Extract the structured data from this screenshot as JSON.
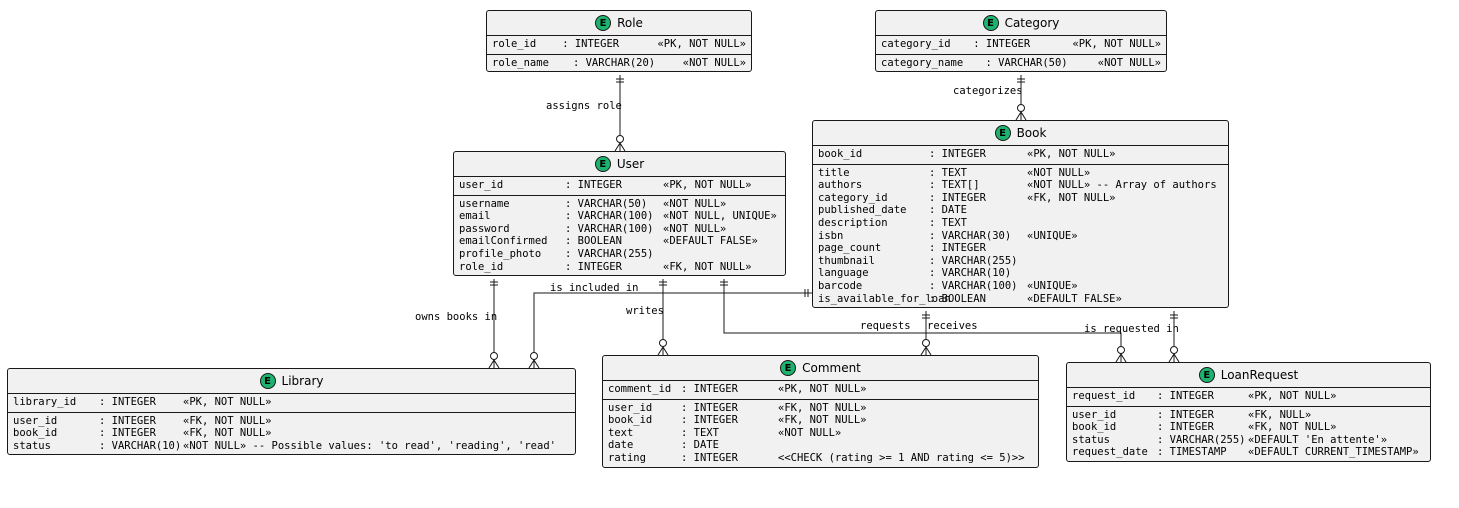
{
  "entities": {
    "role": {
      "name": "Role",
      "pk_rows": [
        [
          "role_id",
          ": INTEGER",
          "«PK, NOT NULL»"
        ]
      ],
      "rows": [
        [
          "role_name",
          ": VARCHAR(20)",
          "«NOT NULL»"
        ]
      ]
    },
    "category": {
      "name": "Category",
      "pk_rows": [
        [
          "category_id",
          ": INTEGER",
          "«PK, NOT NULL»"
        ]
      ],
      "rows": [
        [
          "category_name",
          ": VARCHAR(50)",
          "«NOT NULL»"
        ]
      ]
    },
    "book": {
      "name": "Book",
      "pk_rows": [
        [
          "book_id",
          ": INTEGER",
          "«PK, NOT NULL»"
        ]
      ],
      "rows": [
        [
          "title",
          ": TEXT",
          "«NOT NULL»"
        ],
        [
          "authors",
          ": TEXT[]",
          "«NOT NULL» -- Array of authors"
        ],
        [
          "category_id",
          ": INTEGER",
          "«FK, NOT NULL»"
        ],
        [
          "published_date",
          ": DATE",
          ""
        ],
        [
          "description",
          ": TEXT",
          ""
        ],
        [
          "isbn",
          ": VARCHAR(30)",
          "«UNIQUE»"
        ],
        [
          "page_count",
          ": INTEGER",
          ""
        ],
        [
          "thumbnail",
          ": VARCHAR(255)",
          ""
        ],
        [
          "language",
          ": VARCHAR(10)",
          ""
        ],
        [
          "barcode",
          ": VARCHAR(100)",
          "«UNIQUE»"
        ],
        [
          "is_available_for_loan",
          ": BOOLEAN",
          "«DEFAULT FALSE»"
        ]
      ]
    },
    "user": {
      "name": "User",
      "pk_rows": [
        [
          "user_id",
          ": INTEGER",
          "«PK, NOT NULL»"
        ]
      ],
      "rows": [
        [
          "username",
          ": VARCHAR(50)",
          "«NOT NULL»"
        ],
        [
          "email",
          ": VARCHAR(100)",
          "«NOT NULL, UNIQUE»"
        ],
        [
          "password",
          ": VARCHAR(100)",
          "«NOT NULL»"
        ],
        [
          "emailConfirmed",
          ": BOOLEAN",
          "«DEFAULT FALSE»"
        ],
        [
          "profile_photo",
          ": VARCHAR(255)",
          ""
        ],
        [
          "role_id",
          ": INTEGER",
          "«FK, NOT NULL»"
        ]
      ]
    },
    "library": {
      "name": "Library",
      "pk_rows": [
        [
          "library_id",
          ": INTEGER",
          "«PK, NOT NULL»"
        ]
      ],
      "rows": [
        [
          "user_id",
          ": INTEGER",
          "«FK, NOT NULL»"
        ],
        [
          "book_id",
          ": INTEGER",
          "«FK, NOT NULL»"
        ],
        [
          "status",
          ": VARCHAR(10)",
          "«NOT NULL» -- Possible values: 'to read', 'reading', 'read'"
        ]
      ]
    },
    "comment": {
      "name": "Comment",
      "pk_rows": [
        [
          "comment_id",
          ": INTEGER",
          "«PK, NOT NULL»"
        ]
      ],
      "rows": [
        [
          "user_id",
          ": INTEGER",
          "«FK, NOT NULL»"
        ],
        [
          "book_id",
          ": INTEGER",
          "«FK, NOT NULL»"
        ],
        [
          "text",
          ": TEXT",
          "«NOT NULL»"
        ],
        [
          "date",
          ": DATE",
          ""
        ],
        [
          "rating",
          ": INTEGER",
          "<<CHECK (rating >= 1 AND rating <= 5)>>"
        ]
      ]
    },
    "loanrequest": {
      "name": "LoanRequest",
      "pk_rows": [
        [
          "request_id",
          ": INTEGER",
          "«PK, NOT NULL»"
        ]
      ],
      "rows": [
        [
          "user_id",
          ": INTEGER",
          "«FK, NULL»"
        ],
        [
          "book_id",
          ": INTEGER",
          "«FK, NOT NULL»"
        ],
        [
          "status",
          ": VARCHAR(255)",
          "«DEFAULT 'En attente'»"
        ],
        [
          "request_date",
          ": TIMESTAMP",
          "«DEFAULT CURRENT_TIMESTAMP»"
        ]
      ]
    }
  },
  "relations": {
    "assigns_role": "assigns role",
    "categorizes": "categorizes",
    "owns_books_in": "owns books in",
    "is_included_in": "is included in",
    "writes": "writes",
    "requests": "requests",
    "receives": "receives",
    "is_requested_in": "is requested in"
  },
  "entity_icon_letter": "E",
  "colors": {
    "entity_fill": "#f1f1f1",
    "border": "#181818",
    "icon": "#1db36f"
  }
}
